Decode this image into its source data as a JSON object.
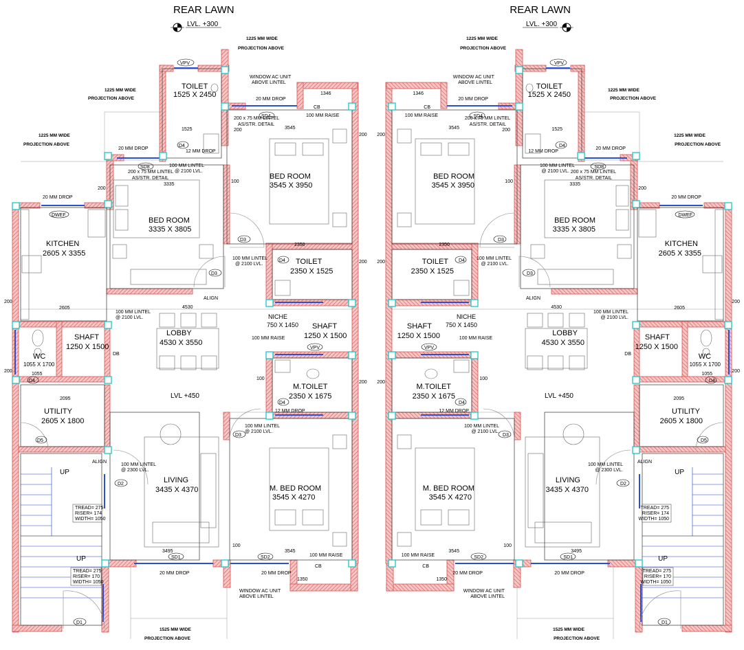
{
  "header": {
    "title": "REAR LAWN",
    "level": "LVL. +300"
  },
  "rooms": {
    "toilet_top": {
      "name": "TOILET",
      "size": "1525 X 2450"
    },
    "bed1": {
      "name": "BED ROOM",
      "size": "3545 X 3950"
    },
    "bed2": {
      "name": "BED ROOM",
      "size": "3335 X 3805"
    },
    "kitchen": {
      "name": "KITCHEN",
      "size": "2605 X 3355"
    },
    "toilet_mid": {
      "name": "TOILET",
      "size": "2350 X 1525"
    },
    "lobby": {
      "name": "LOBBY",
      "size": "4530 X 3550"
    },
    "niche": {
      "name": "NICHE",
      "size": "750 X 1450"
    },
    "shaft_center": {
      "name": "SHAFT",
      "size": "1250 X 1500"
    },
    "shaft_side": {
      "name": "SHAFT",
      "size": "1250 X 1500"
    },
    "wc": {
      "name": "WC",
      "size": "1055 X 1700"
    },
    "mtoilet": {
      "name": "M.TOILET",
      "size": "2350 X 1675"
    },
    "utility": {
      "name": "UTILITY",
      "size": "2605 X 1800"
    },
    "living": {
      "name": "LIVING",
      "size": "3435 X 4370"
    },
    "mbed": {
      "name": "M. BED ROOM",
      "size": "3545 X 4270"
    }
  },
  "notes": {
    "proj_1225": "1225 MM WIDE",
    "proj_1525": "1525 MM WIDE",
    "proj_above": "PROJECTION ABOVE",
    "win_ac": "WINDOW AC UNIT",
    "above_lintel": "ABOVE LINTEL",
    "drop_20": "20 MM DROP",
    "lintel_200": "200 x 75 MM LINTEL",
    "str_detail": "AS/STR. DETAIL",
    "lintel_100": "100 MM LINTEL",
    "lvl_2100": "@ 2100 LVL.",
    "lvl_2300": "@ 2300 LVL.",
    "raise_100": "100 MM RAISE",
    "drop_12": "12 MM DROP",
    "align": "ALIGN",
    "lvl_450": "LVL +450",
    "up": "UP",
    "cb": "CB",
    "db": "DB",
    "stair1": [
      "TREAD= 275",
      "RISER= 174",
      "WIDTH= 1050"
    ],
    "stair2": [
      "TREAD= 275",
      "RISER= 170",
      "WIDTH= 1050"
    ]
  },
  "tags": {
    "vpv": "VPV",
    "dwef": "DWEF",
    "sd1": "SD1",
    "sd2": "SD2",
    "sd4": "SD4",
    "sd8": "SD8",
    "d1": "D1",
    "d2": "D2",
    "d3": "D3",
    "d4": "D4",
    "d5": "D5"
  },
  "dims": {
    "d1346": "1346",
    "d3545": "3545",
    "d3335": "3335",
    "d2605": "2605",
    "d3495": "3495",
    "d1525": "1525",
    "d1225": "1225",
    "d2350": "2350",
    "d2450": "2450",
    "d3950": "3950",
    "d3805": "3805",
    "d4530": "4530",
    "d200": "200",
    "d100": "100",
    "d1055": "1055",
    "d1250": "1250",
    "d1350": "1350",
    "d1500": "1500",
    "d1800": "1800",
    "d4270": "4270",
    "d3355": "3355",
    "d2095": "2095"
  },
  "colors": {
    "wall": "#d9534f",
    "wall_fill": "#f3b3b3",
    "glass": "#2a4fd6",
    "tag": "#1d8a1d",
    "cyan": "#19c6c6"
  }
}
